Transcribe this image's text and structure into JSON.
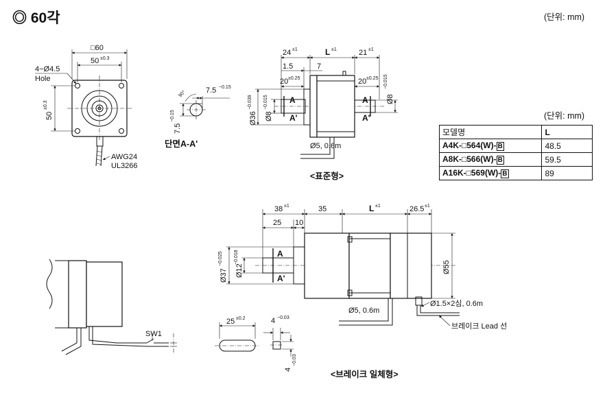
{
  "title": "◎ 60각",
  "unit_top": "(단위: mm)",
  "unit_table": "(단위: mm)",
  "captions": {
    "section": "단면A-A'",
    "standard": "<표준형>",
    "brake": "<브레이크 일체형>"
  },
  "front_view": {
    "square": "□60",
    "pitch": "50",
    "pitch_tol": "±0.3",
    "pitch_v": "50",
    "pitch_v_tol": "±0.3",
    "holes": "4−Ø4.5",
    "hole_label": "Hole",
    "wire_gauge": "AWG24",
    "wire_std": "UL3266"
  },
  "section_view": {
    "angle": "90°",
    "width": "7.5",
    "width_tol": "−0.15",
    "height": "7.5",
    "height_tol": "−0.15"
  },
  "standard_view": {
    "front_len": "24",
    "front_tol": "±1",
    "body_len": "L",
    "body_tol": "±1",
    "rear_len": "21",
    "rear_tol": "±1",
    "boss": "1.5",
    "boss_to": "7",
    "shaft_front": "20",
    "shaft_front_tol": "±0.25",
    "shaft_rear": "20",
    "shaft_rear_tol": "±0.25",
    "pilot": "Ø36",
    "pilot_tol": "−0.039",
    "shaft_d": "Ø8",
    "shaft_d_tol": "−0.015",
    "rear_shaft_d": "Ø8",
    "rear_shaft_d_tol": "−0.015",
    "cable": "Ø5, 0.6m",
    "cut_a": "A",
    "cut_a2": "A'"
  },
  "spec_table": {
    "headers": [
      "모델명",
      "L"
    ],
    "rows": [
      {
        "prefix": "A4K-□564(W)-",
        "badge": "B",
        "L": "48.5"
      },
      {
        "prefix": "A8K-□566(W)-",
        "badge": "B",
        "L": "59.5"
      },
      {
        "prefix": "A16K-□569(W)-",
        "badge": "B",
        "L": "89"
      }
    ]
  },
  "brake_view": {
    "front_len": "38",
    "front_tol": "±1",
    "shaft_len": "25",
    "collar": "10",
    "gap": "35",
    "body_len": "L",
    "body_tol": "±1",
    "brake_len": "26.5",
    "brake_tol": "±1",
    "pilot": "Ø37",
    "pilot_tol": "−0.025",
    "shaft_d": "Ø12",
    "shaft_d_tol": "−0.018",
    "brake_d": "Ø55",
    "motor_cable": "Ø5, 0.6m",
    "brake_cable": "Ø1.5×2심, 0.6m",
    "brake_lead": "브레이크 Lead 선",
    "cut_a": "A",
    "cut_a2": "A'"
  },
  "switch_view": {
    "switch": "SW1"
  },
  "key_view": {
    "length": "25",
    "length_tol": "±0.2",
    "width": "4",
    "width_tol": "−0.03",
    "height": "4",
    "height_tol": "−0.03"
  }
}
